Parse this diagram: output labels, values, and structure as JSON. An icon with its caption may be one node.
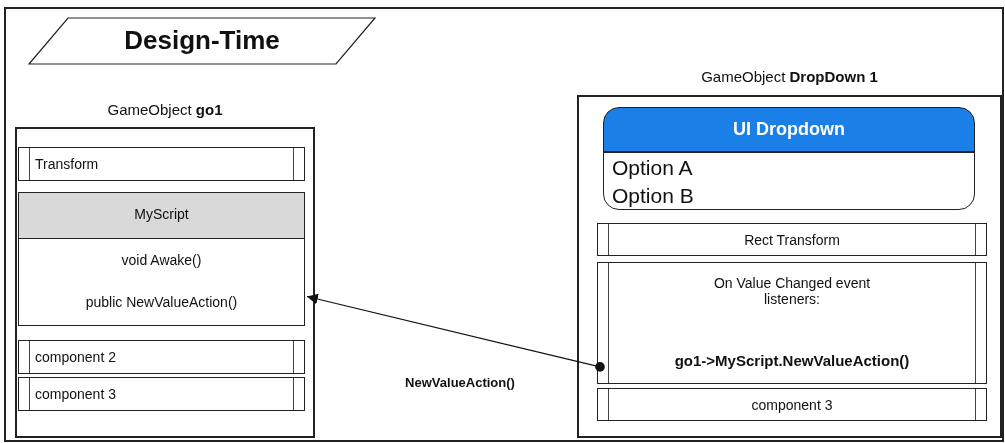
{
  "diagram": {
    "nodes": [
      {
        "text": [
          "Design-Time"
        ]
      },
      {
        "text": [
          "GameObject **go1**"
        ]
      },
      {
        "text": [
          "Transform"
        ],
        "in": 1
      },
      {
        "text": [
          "MyScript",
          "void Awake()",
          "public NewValueAction()"
        ],
        "in": 1
      },
      {
        "text": [
          "component 2"
        ],
        "in": 1
      },
      {
        "text": [
          "component 3"
        ],
        "in": 1
      },
      {
        "text": [
          "GameObject **DropDown 1**"
        ]
      },
      {
        "text": [
          "UI Dropdown",
          "Option A",
          "Option B"
        ],
        "in": 6
      },
      {
        "text": [
          "Rect Transform"
        ],
        "in": 6
      },
      {
        "text": [
          "On Value Changed event listeners:",
          "go1->MyScript.NewValueAction()"
        ],
        "in": 6
      },
      {
        "text": [
          "component 3"
        ],
        "in": 6
      }
    ],
    "edges": [
      {
        "from": 9,
        "to": 3,
        "arrow": "to",
        "label": "NewValueAction()"
      }
    ]
  }
}
